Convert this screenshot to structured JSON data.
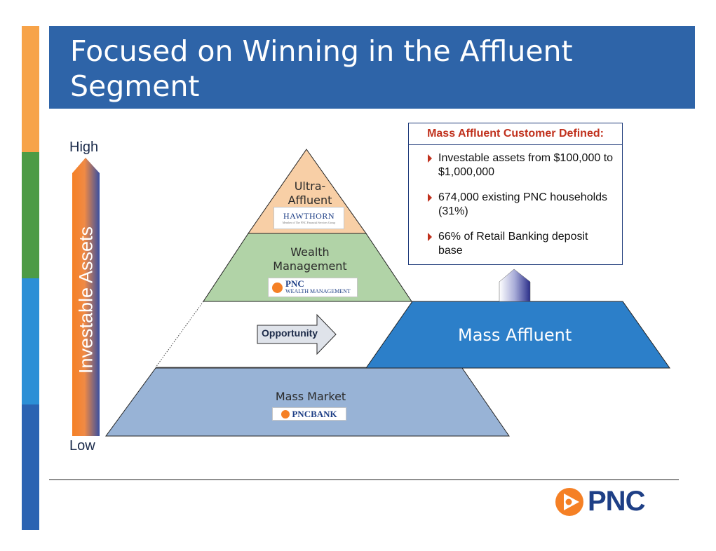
{
  "title": "Focused on Winning in the Affluent Segment",
  "axis": {
    "label": "Investable Assets",
    "high": "High",
    "low": "Low"
  },
  "pyramid": {
    "tiers": [
      {
        "id": "ultra",
        "label": "Ultra-Affluent",
        "logo": "HAWTHORN",
        "logo_sub": "Member of The PNC Financial Services Group",
        "color": "#f8cfa6"
      },
      {
        "id": "wealth",
        "label": "Wealth Management",
        "logo": "PNC",
        "logo_sub": "WEALTH MANAGEMENT",
        "color": "#b1d3a7"
      },
      {
        "id": "mass-market",
        "label": "Mass Market",
        "logo": "PNCBANK",
        "color": "#98b3d6"
      }
    ],
    "opportunity_label": "Opportunity",
    "mass_affluent": {
      "label": "Mass Affluent",
      "color": "#2c7fc9"
    }
  },
  "callout": {
    "heading": "Mass Affluent Customer Defined:",
    "bullets": [
      "Investable assets from $100,000 to $1,000,000",
      "674,000 existing PNC households (31%)",
      "66% of Retail Banking deposit base"
    ]
  },
  "brand": {
    "name": "PNC",
    "orange": "#f58025",
    "blue": "#1e3f86"
  },
  "stripe_colors": [
    "#f7a349",
    "#4d9b45",
    "#2c8fd6",
    "#2b63b2"
  ]
}
